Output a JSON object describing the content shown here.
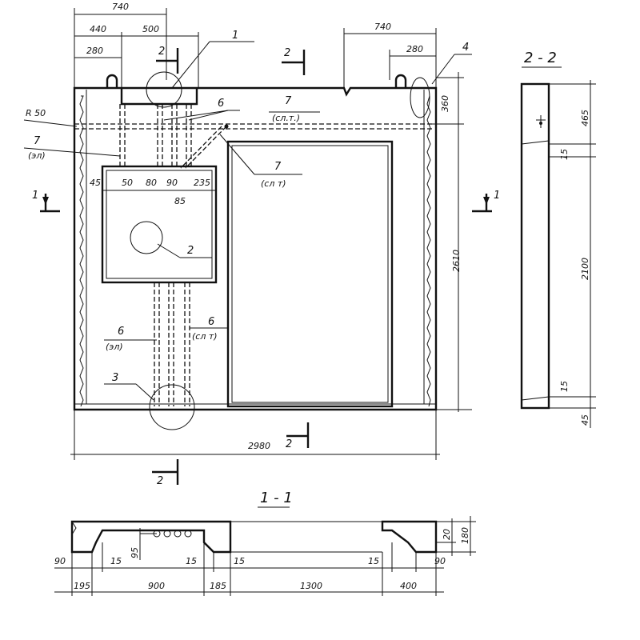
{
  "elevation": {
    "top_dims": {
      "d740_left": "740",
      "d440": "440",
      "d500": "500",
      "d280_left": "280",
      "d740_right": "740",
      "d280_right": "280"
    },
    "right_dims": {
      "d360": "360",
      "d2610": "2610"
    },
    "bottom_dim": "2980",
    "radius_label": "R 50",
    "opening_dims": {
      "d45": "45",
      "d50": "50",
      "d80": "80",
      "d90": "90",
      "d235": "235",
      "d85": "85"
    },
    "leaders": {
      "n1": "1",
      "n2_top": "2",
      "n2_circle": "2",
      "n3": "3",
      "n4": "4",
      "n6_top": "6",
      "n7_top": "7",
      "n7_top_sub": "(сл.т.)",
      "n7_left": "7",
      "n7_left_sub": "(эл)",
      "n7_mid": "7",
      "n7_mid_sub": "(сл т)",
      "n6_left": "6",
      "n6_left_sub": "(эл)",
      "n6_right": "6",
      "n6_right_sub": "(сл т)"
    },
    "section_marks": {
      "s1_left": "1",
      "s1_right": "1",
      "s2_top_left": "2",
      "s2_top_right": "2",
      "s2_bottom_mid": "2",
      "s2_bottom_left": "2"
    }
  },
  "section_22": {
    "title": "2 - 2",
    "dims": {
      "d465": "465",
      "d15_top": "15",
      "d2100": "2100",
      "d15_bottom": "15",
      "d45": "45"
    }
  },
  "section_11": {
    "title": "1 - 1",
    "dims": {
      "d90_left": "90",
      "d15_a": "15",
      "d95": "95",
      "d15_b": "15",
      "d15_c": "15",
      "d15_d": "15",
      "d90_right": "90",
      "d20": "20",
      "d180": "180",
      "d195": "195",
      "d900": "900",
      "d185": "185",
      "d1300": "1300",
      "d400": "400"
    }
  }
}
